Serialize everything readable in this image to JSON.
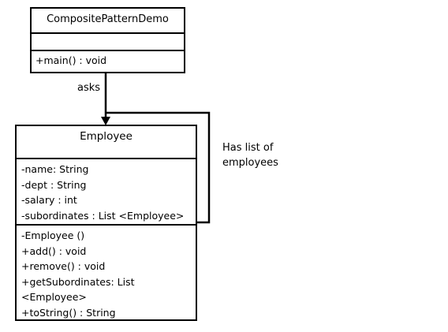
{
  "classes": {
    "composite_pattern_demo": {
      "name": "CompositePatternDemo",
      "attributes": [],
      "operations": [
        "+main() : void"
      ]
    },
    "employee": {
      "name": "Employee",
      "attributes": [
        "-name:  String",
        "-dept  : String",
        "-salary : int",
        "-subordinates  : List <Employee>"
      ],
      "operations": [
        "-Employee  ()",
        "+add()  : void",
        "+remove()  : void",
        "+getSubordinates:  List",
        "<Employee>",
        "+toString()  : String"
      ]
    }
  },
  "relations": {
    "asks_label": "asks",
    "has_list_label_line1": "Has list of",
    "has_list_label_line2": "employees"
  },
  "colors": {
    "line": "#000000",
    "background": "#ffffff"
  }
}
